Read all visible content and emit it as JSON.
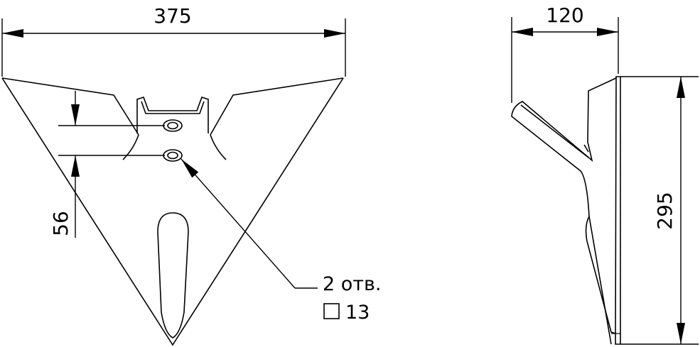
{
  "front_view": {
    "width_dimension": "375",
    "hole_spacing_dimension": "56"
  },
  "side_view": {
    "depth_dimension": "120",
    "height_dimension": "295"
  },
  "hole_callout": {
    "count_label": "2 отв.",
    "size_value": "13"
  },
  "colors": {
    "line": "#000000",
    "background": "#ffffff"
  }
}
